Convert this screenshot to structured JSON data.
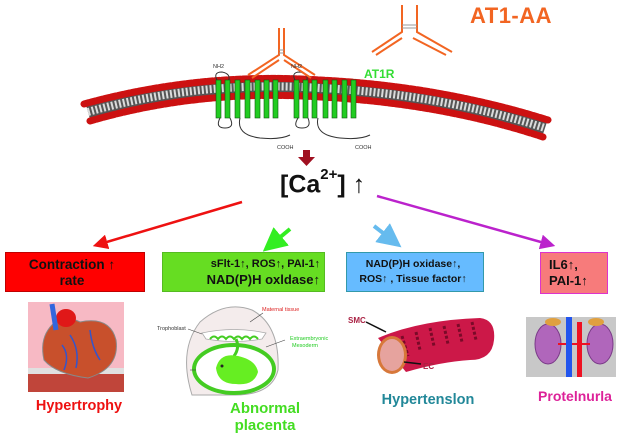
{
  "title": "AT1-AA",
  "receptor_label": "AT1R",
  "receptor_terminals": {
    "n_terminal_1": "NH2",
    "n_terminal_2": "NH2",
    "c_terminal_1": "COOH",
    "c_terminal_2": "COOH"
  },
  "central": {
    "ion": "[Ca",
    "charge": "2+",
    "close": "]",
    "arrow": "↑"
  },
  "effects": [
    {
      "box_line1": "Contraction ↑",
      "box_line2": "rate",
      "outcome": "Hypertrophy",
      "arrow_color": "#ee1111",
      "box_color": "#ff0000"
    },
    {
      "box_line1": "sFlt-1↑, ROS↑, PAI-1↑",
      "box_line2": "NAD(P)H oxldase↑",
      "outcome_line1": "Abnormal",
      "outcome_line2": "placenta",
      "arrow_color": "#33ee22",
      "box_color": "#66dd22"
    },
    {
      "box_line1": "NAD(P)H oxidase↑,",
      "box_line2": "ROS↑ , Tissue factor↑",
      "outcome": "Hypertenslon",
      "arrow_color": "#66bbee",
      "box_color": "#66bbff"
    },
    {
      "box_line1": "IL6↑,",
      "box_line2": "PAI-1↑",
      "outcome": "Protelnurla",
      "arrow_color": "#bb22cc",
      "box_color": "#f77b7b"
    }
  ],
  "placenta_labels": {
    "trophoblast": "Trophoblast",
    "maternal_tissue": "Maternal tissue",
    "extraembryonic_1": "Extraembryonic",
    "extraembryonic_2": "Mesoderm"
  },
  "vessel_labels": {
    "smc": "SMC",
    "ec": "EC"
  },
  "colors": {
    "antibody": "#f26522",
    "receptor": "#22cc22",
    "membrane_head": "#cc1111",
    "down_arrow": "#a01020"
  }
}
